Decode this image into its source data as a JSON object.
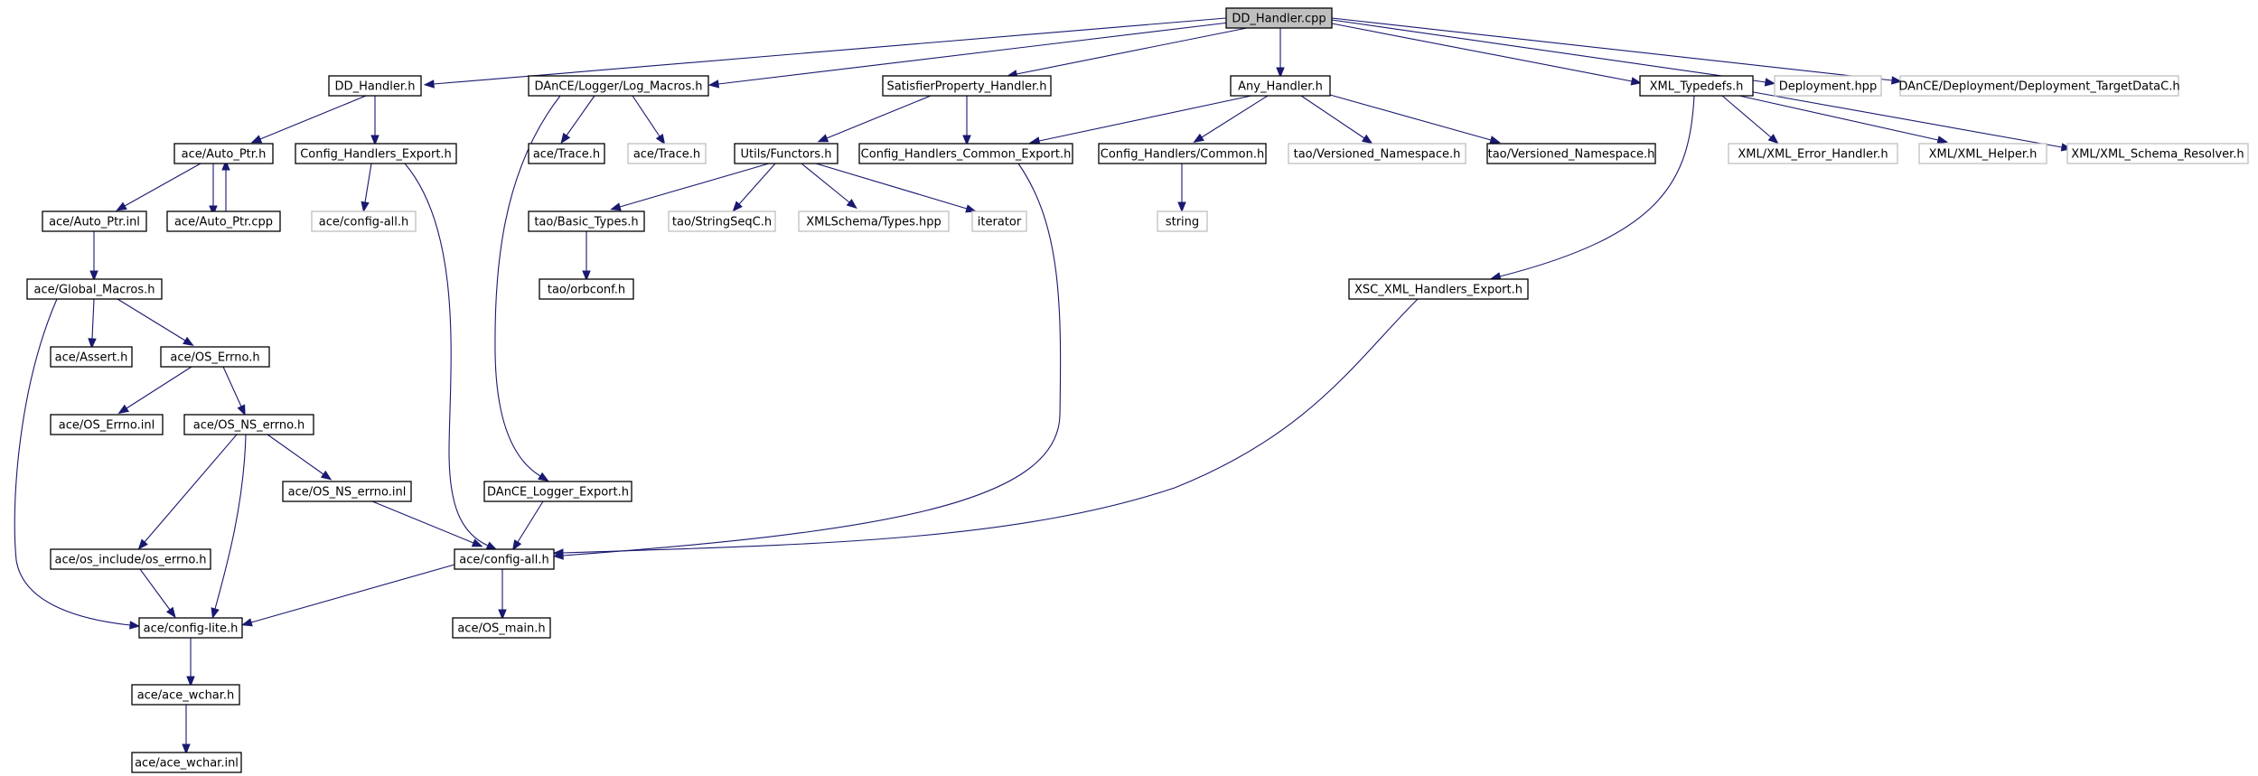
{
  "diagram": {
    "type": "include-dependency-graph",
    "root": "DD_Handler.cpp",
    "colors": {
      "edge": "#191970",
      "root_fill": "#bfbfbf",
      "external_border": "#bfbfbf",
      "node_border": "#000000"
    },
    "nodes": [
      {
        "id": "dd_handler_cpp",
        "label": "DD_Handler.cpp",
        "kind": "root"
      },
      {
        "id": "dd_handler_h",
        "label": "DD_Handler.h",
        "kind": "file"
      },
      {
        "id": "log_macros_h",
        "label": "DAnCE/Logger/Log_Macros.h",
        "kind": "file"
      },
      {
        "id": "satisfier_h",
        "label": "SatisfierProperty_Handler.h",
        "kind": "file"
      },
      {
        "id": "any_handler_h",
        "label": "Any_Handler.h",
        "kind": "file"
      },
      {
        "id": "xml_typedefs_h",
        "label": "XML_Typedefs.h",
        "kind": "file"
      },
      {
        "id": "deployment_hpp",
        "label": "Deployment.hpp",
        "kind": "external"
      },
      {
        "id": "deployment_targetdatac_h",
        "label": "DAnCE/Deployment/Deployment_TargetDataC.h",
        "kind": "external"
      },
      {
        "id": "auto_ptr_h",
        "label": "ace/Auto_Ptr.h",
        "kind": "file"
      },
      {
        "id": "config_handlers_export_h",
        "label": "Config_Handlers_Export.h",
        "kind": "file"
      },
      {
        "id": "trace_h_a",
        "label": "ace/Trace.h",
        "kind": "file"
      },
      {
        "id": "trace_h_b",
        "label": "ace/Trace.h",
        "kind": "external"
      },
      {
        "id": "utils_functors_h",
        "label": "Utils/Functors.h",
        "kind": "file"
      },
      {
        "id": "config_handlers_common_export_h",
        "label": "Config_Handlers_Common_Export.h",
        "kind": "file"
      },
      {
        "id": "config_handlers_common_h",
        "label": "Config_Handlers/Common.h",
        "kind": "file"
      },
      {
        "id": "versioned_ns_a",
        "label": "tao/Versioned_Namespace.h",
        "kind": "external"
      },
      {
        "id": "versioned_ns_b",
        "label": "tao/Versioned_Namespace.h",
        "kind": "file"
      },
      {
        "id": "xml_error_handler_h",
        "label": "XML/XML_Error_Handler.h",
        "kind": "external"
      },
      {
        "id": "xml_helper_h",
        "label": "XML/XML_Helper.h",
        "kind": "external"
      },
      {
        "id": "xml_schema_resolver_h",
        "label": "XML/XML_Schema_Resolver.h",
        "kind": "external"
      },
      {
        "id": "auto_ptr_inl",
        "label": "ace/Auto_Ptr.inl",
        "kind": "file"
      },
      {
        "id": "auto_ptr_cpp",
        "label": "ace/Auto_Ptr.cpp",
        "kind": "file"
      },
      {
        "id": "config_all_h_ext",
        "label": "ace/config-all.h",
        "kind": "external"
      },
      {
        "id": "basic_types_h",
        "label": "tao/Basic_Types.h",
        "kind": "file"
      },
      {
        "id": "stringseqc_h",
        "label": "tao/StringSeqC.h",
        "kind": "external"
      },
      {
        "id": "xmlschema_types_hpp",
        "label": "XMLSchema/Types.hpp",
        "kind": "external"
      },
      {
        "id": "iterator",
        "label": "iterator",
        "kind": "external"
      },
      {
        "id": "string",
        "label": "string",
        "kind": "external"
      },
      {
        "id": "global_macros_h",
        "label": "ace/Global_Macros.h",
        "kind": "file"
      },
      {
        "id": "orbconf_h",
        "label": "tao/orbconf.h",
        "kind": "file"
      },
      {
        "id": "xsc_export_h",
        "label": "XSC_XML_Handlers_Export.h",
        "kind": "file"
      },
      {
        "id": "assert_h",
        "label": "ace/Assert.h",
        "kind": "file"
      },
      {
        "id": "os_errno_h",
        "label": "ace/OS_Errno.h",
        "kind": "file"
      },
      {
        "id": "os_errno_inl",
        "label": "ace/OS_Errno.inl",
        "kind": "file"
      },
      {
        "id": "os_ns_errno_h",
        "label": "ace/OS_NS_errno.h",
        "kind": "file"
      },
      {
        "id": "os_ns_errno_inl",
        "label": "ace/OS_NS_errno.inl",
        "kind": "file"
      },
      {
        "id": "dance_logger_export_h",
        "label": "DAnCE_Logger_Export.h",
        "kind": "file"
      },
      {
        "id": "os_include_os_errno_h",
        "label": "ace/os_include/os_errno.h",
        "kind": "file"
      },
      {
        "id": "config_all_h",
        "label": "ace/config-all.h",
        "kind": "file"
      },
      {
        "id": "config_lite_h",
        "label": "ace/config-lite.h",
        "kind": "file"
      },
      {
        "id": "os_main_h",
        "label": "ace/OS_main.h",
        "kind": "file"
      },
      {
        "id": "ace_wchar_h",
        "label": "ace/ace_wchar.h",
        "kind": "file"
      },
      {
        "id": "ace_wchar_inl",
        "label": "ace/ace_wchar.inl",
        "kind": "file"
      }
    ],
    "edges": [
      [
        "dd_handler_cpp",
        "dd_handler_h"
      ],
      [
        "dd_handler_cpp",
        "log_macros_h"
      ],
      [
        "dd_handler_cpp",
        "satisfier_h"
      ],
      [
        "dd_handler_cpp",
        "any_handler_h"
      ],
      [
        "dd_handler_cpp",
        "xml_typedefs_h"
      ],
      [
        "dd_handler_cpp",
        "deployment_hpp"
      ],
      [
        "dd_handler_cpp",
        "deployment_targetdatac_h"
      ],
      [
        "dd_handler_h",
        "auto_ptr_h"
      ],
      [
        "dd_handler_h",
        "config_handlers_export_h"
      ],
      [
        "log_macros_h",
        "trace_h_a"
      ],
      [
        "log_macros_h",
        "trace_h_b"
      ],
      [
        "log_macros_h",
        "dance_logger_export_h"
      ],
      [
        "satisfier_h",
        "utils_functors_h"
      ],
      [
        "satisfier_h",
        "config_handlers_common_export_h"
      ],
      [
        "any_handler_h",
        "config_handlers_common_export_h"
      ],
      [
        "any_handler_h",
        "config_handlers_common_h"
      ],
      [
        "any_handler_h",
        "versioned_ns_a"
      ],
      [
        "any_handler_h",
        "versioned_ns_b"
      ],
      [
        "xml_typedefs_h",
        "xml_error_handler_h"
      ],
      [
        "xml_typedefs_h",
        "xml_helper_h"
      ],
      [
        "xml_typedefs_h",
        "xml_schema_resolver_h"
      ],
      [
        "xml_typedefs_h",
        "xsc_export_h"
      ],
      [
        "auto_ptr_h",
        "auto_ptr_inl"
      ],
      [
        "auto_ptr_h",
        "auto_ptr_cpp"
      ],
      [
        "auto_ptr_cpp",
        "auto_ptr_h"
      ],
      [
        "config_handlers_export_h",
        "config_all_h_ext"
      ],
      [
        "config_handlers_export_h",
        "config_all_h"
      ],
      [
        "utils_functors_h",
        "basic_types_h"
      ],
      [
        "utils_functors_h",
        "stringseqc_h"
      ],
      [
        "utils_functors_h",
        "xmlschema_types_hpp"
      ],
      [
        "utils_functors_h",
        "iterator"
      ],
      [
        "config_handlers_common_export_h",
        "config_all_h"
      ],
      [
        "config_handlers_common_h",
        "string"
      ],
      [
        "auto_ptr_inl",
        "global_macros_h"
      ],
      [
        "basic_types_h",
        "orbconf_h"
      ],
      [
        "xsc_export_h",
        "config_all_h"
      ],
      [
        "global_macros_h",
        "assert_h"
      ],
      [
        "global_macros_h",
        "os_errno_h"
      ],
      [
        "global_macros_h",
        "config_lite_h"
      ],
      [
        "os_errno_h",
        "os_errno_inl"
      ],
      [
        "os_errno_h",
        "os_ns_errno_h"
      ],
      [
        "os_ns_errno_h",
        "os_ns_errno_inl"
      ],
      [
        "os_ns_errno_h",
        "os_include_os_errno_h"
      ],
      [
        "os_ns_errno_h",
        "config_lite_h"
      ],
      [
        "os_ns_errno_inl",
        "config_all_h"
      ],
      [
        "dance_logger_export_h",
        "config_all_h"
      ],
      [
        "os_include_os_errno_h",
        "config_lite_h"
      ],
      [
        "config_all_h",
        "config_lite_h"
      ],
      [
        "config_all_h",
        "os_main_h"
      ],
      [
        "config_lite_h",
        "ace_wchar_h"
      ],
      [
        "ace_wchar_h",
        "ace_wchar_inl"
      ]
    ]
  }
}
